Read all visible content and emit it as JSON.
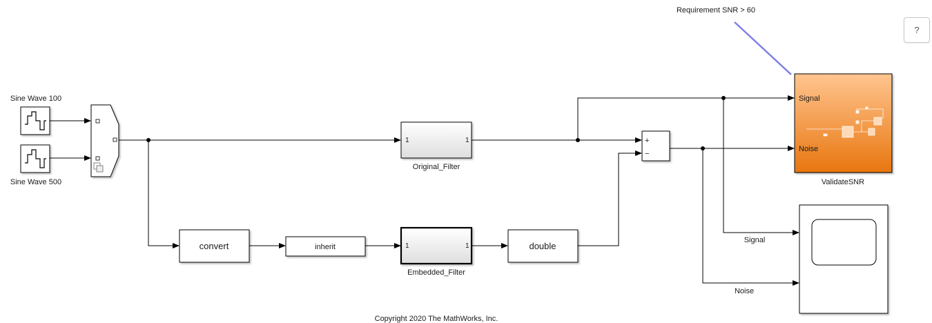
{
  "help_button": {
    "label": "?"
  },
  "annotations": {
    "requirement": "Requirement SNR > 60",
    "copyright": "Copyright 2020 The MathWorks, Inc."
  },
  "blocks": {
    "sine1": {
      "name": "Sine Wave 100"
    },
    "sine2": {
      "name": "Sine Wave 500"
    },
    "original_filter": {
      "name": "Original_Filter",
      "in_port": "1",
      "out_port": "1"
    },
    "embedded_filter": {
      "name": "Embedded_Filter",
      "in_port": "1",
      "out_port": "1"
    },
    "convert": {
      "label": "convert"
    },
    "inherit": {
      "label": "inherit"
    },
    "double": {
      "label": "double"
    },
    "sum": {
      "plus": "+",
      "minus": "−"
    },
    "validate": {
      "name": "ValidateSNR",
      "in_signal": "Signal",
      "in_noise": "Noise"
    }
  },
  "signals": {
    "signal": "Signal",
    "noise": "Noise"
  },
  "colors": {
    "validate_top": "#ffc58f",
    "validate_bottom": "#e8760f",
    "requirement_link": "#7f7fe6",
    "wire": "#000000"
  }
}
